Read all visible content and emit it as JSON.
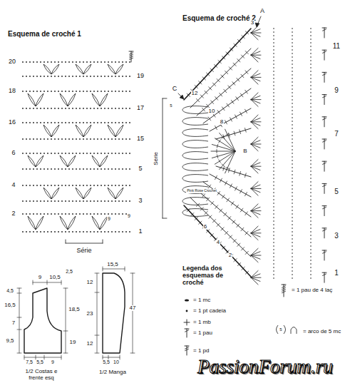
{
  "diagram": {
    "labels": [
      "Esquema de croché 1",
      "20",
      "19",
      "18",
      "17",
      "16",
      "15",
      "6",
      "5",
      "4",
      "3",
      "2",
      "9",
      "9",
      "1",
      "Série",
      "Esquema de croché 2",
      "A",
      "3",
      "11",
      "C",
      "5",
      "12",
      "10",
      "9",
      "8",
      "B",
      "7",
      "Série",
      "Pink Rose Crochet",
      "5",
      "6",
      "4",
      "3",
      "2",
      "1",
      "9",
      "10,5",
      "2,5",
      "4,5",
      "16,5",
      "18,5",
      "7",
      "19",
      "9,5",
      "7,5",
      "5,5",
      "9",
      "1/2 Costas e frente esq",
      "15,5",
      "12",
      "23",
      "47",
      "12",
      "5,5",
      "10",
      "1/2 Manga",
      "Legenda dos esquemas de croché",
      "5",
      "PassionForum.ru"
    ],
    "legend": [
      {
        "text": "= 1 mc"
      },
      {
        "text": "= 1 pt cadeia"
      },
      {
        "text": "= 1 mb"
      },
      {
        "text": "= 1 pau"
      },
      {
        "text": "= 1 pd"
      },
      {
        "text": "= 1 pau de 4 laç"
      },
      {
        "text": "= arco de 5 mc"
      }
    ]
  }
}
